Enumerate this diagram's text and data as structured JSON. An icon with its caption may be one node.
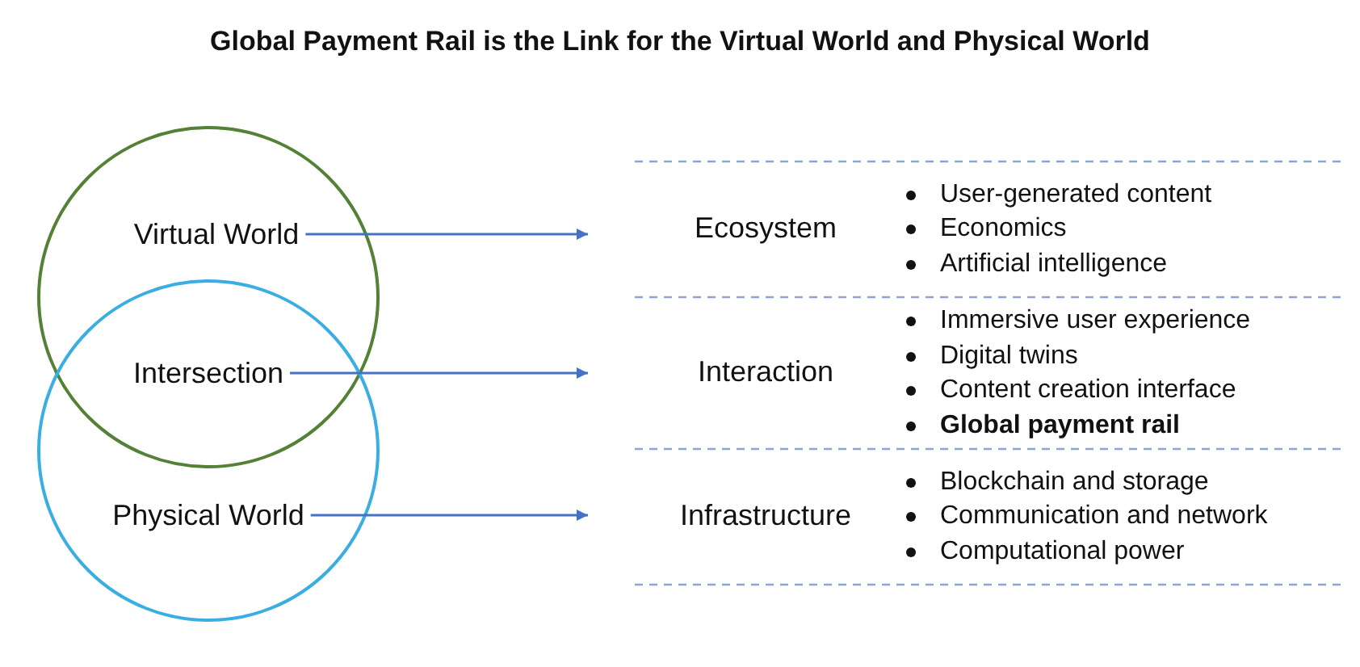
{
  "diagram": {
    "title": "Global Payment Rail is the Link for the Virtual World and Physical World",
    "nodes": [
      {
        "text": [
          "Virtual World"
        ]
      },
      {
        "text": [
          "Intersection"
        ]
      },
      {
        "text": [
          "Physical World"
        ]
      },
      {
        "text": [
          "Ecosystem",
          "User-generated content",
          "Economics",
          "Artificial intelligence"
        ]
      },
      {
        "text": [
          "Interaction",
          "Immersive user experience",
          "Digital twins",
          "Content creation interface",
          "**Global payment rail**"
        ]
      },
      {
        "text": [
          "Infrastructure",
          "Blockchain and storage",
          "Communication and network",
          "Computational power"
        ]
      }
    ],
    "edges": [
      {
        "from": 0,
        "to": 3,
        "arrow": "to"
      },
      {
        "from": 1,
        "to": 4,
        "arrow": "to"
      },
      {
        "from": 2,
        "to": 5,
        "arrow": "to"
      }
    ]
  }
}
